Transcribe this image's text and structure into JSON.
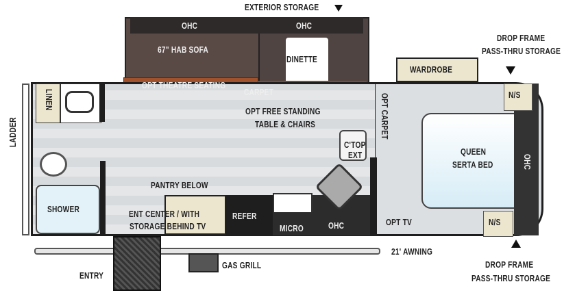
{
  "labels": {
    "exterior_storage": "EXTERIOR STORAGE",
    "ohc_sofa": "OHC",
    "ohc_dinette": "OHC",
    "hab_sofa": "67\" HAB SOFA",
    "dinette": "DINETTE",
    "theatre_seating": "OPT THEATRE SEATING",
    "carpet": "CARPET",
    "free_standing_1": "OPT FREE STANDING",
    "free_standing_2": "TABLE & CHAIRS",
    "wardrobe": "WARDROBE",
    "drop_frame_top_1": "DROP FRAME",
    "drop_frame_top_2": "PASS-THRU STORAGE",
    "ns_top": "N/S",
    "ns_bottom": "N/S",
    "opt_carpet": "OPT CARPET",
    "ctop_ext_1": "C'TOP",
    "ctop_ext_2": "EXT",
    "bed_1": "QUEEN",
    "bed_2": "SERTA BED",
    "ohc_bedroom": "OHC",
    "linen": "LINEN",
    "ladder": "LADDER",
    "shower": "SHOWER",
    "pantry": "PANTRY BELOW",
    "ent_center_1": "ENT CENTER / WITH",
    "ent_center_2": "STORAGE BEHIND TV",
    "refer": "REFER",
    "micro": "MICRO",
    "ohc_kitchen": "OHC",
    "opt_tv": "OPT TV",
    "awning": "21' AWNING",
    "entry": "ENTRY",
    "gas_grill": "GAS GRILL",
    "drop_frame_bottom_1": "DROP FRAME",
    "drop_frame_bottom_2": "PASS-THRU STORAGE"
  },
  "colors": {
    "wall": "#1e1e1e",
    "sofa": "#5a4a46",
    "theatre": "#a0522d",
    "bed": "#dff0f8",
    "cabinet": "#ece6cf"
  }
}
